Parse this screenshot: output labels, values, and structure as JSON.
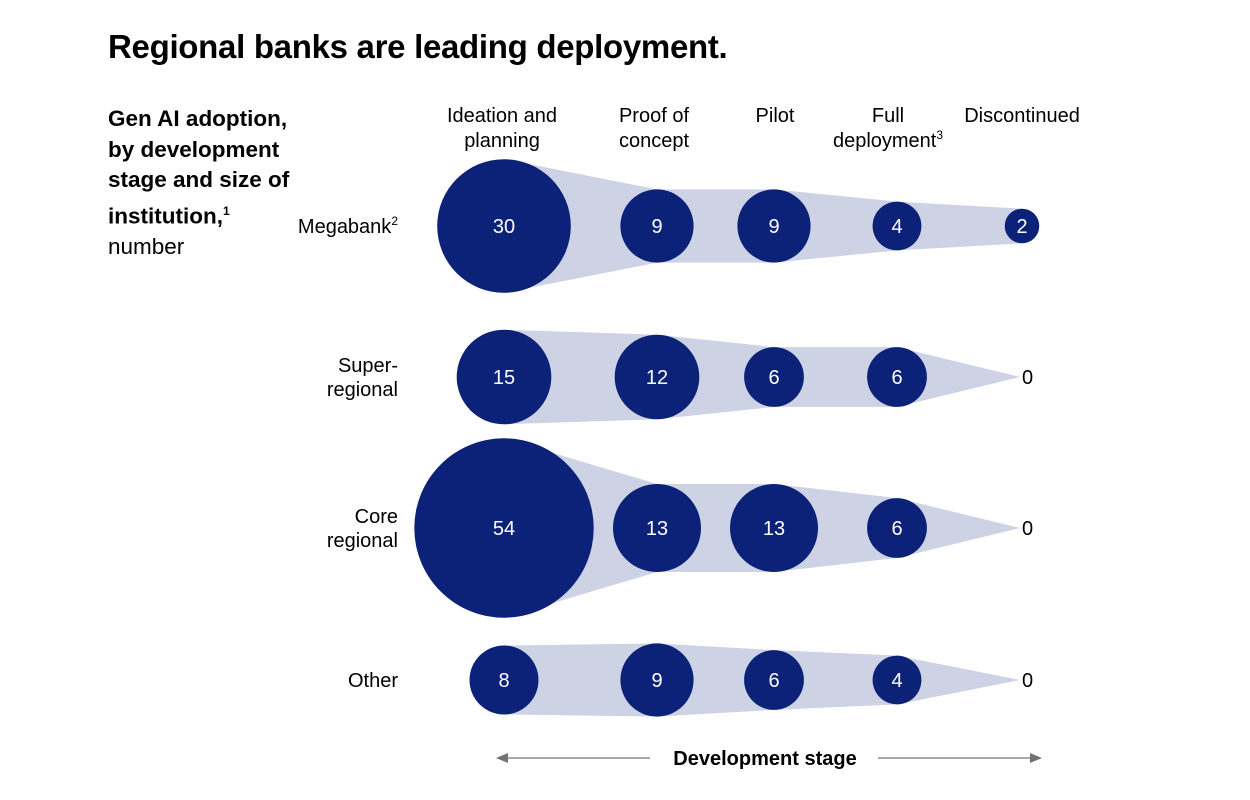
{
  "title": "Regional banks are leading deployment.",
  "subtitle": {
    "bold": "Gen AI adoption, by development stage and size of institution,",
    "bold_sup": "1",
    "normal": "number"
  },
  "colors": {
    "bubble": "#0B2278",
    "funnel": "#CDD3E4",
    "axis": "#737373",
    "text": "#000000"
  },
  "chart_data": {
    "type": "bubble-funnel",
    "stages": [
      {
        "lines": [
          "Ideation and",
          "planning"
        ],
        "sup": ""
      },
      {
        "lines": [
          "Proof of",
          "concept"
        ],
        "sup": ""
      },
      {
        "lines": [
          "Pilot"
        ],
        "sup": ""
      },
      {
        "lines": [
          "Full",
          "deployment"
        ],
        "sup": "3"
      },
      {
        "lines": [
          "Discontinued"
        ],
        "sup": ""
      }
    ],
    "series": [
      {
        "label_lines": [
          "Megabank"
        ],
        "sup": "2",
        "values": [
          30,
          9,
          9,
          4,
          2
        ]
      },
      {
        "label_lines": [
          "Super-",
          "regional"
        ],
        "sup": "",
        "values": [
          15,
          12,
          6,
          6,
          0
        ]
      },
      {
        "label_lines": [
          "Core",
          "regional"
        ],
        "sup": "",
        "values": [
          54,
          13,
          13,
          6,
          0
        ]
      },
      {
        "label_lines": [
          "Other"
        ],
        "sup": "",
        "values": [
          8,
          9,
          6,
          4,
          0
        ]
      }
    ],
    "xlabel": "Development stage"
  }
}
